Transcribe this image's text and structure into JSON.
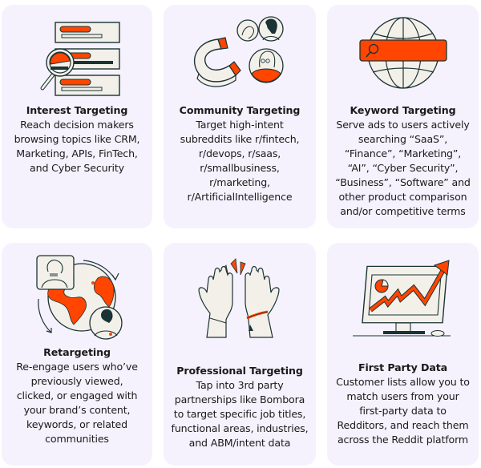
{
  "colors": {
    "card_bg": "#f6f2fd",
    "accent": "#ff4500",
    "ink": "#1a3334",
    "paper": "#f3f0ea",
    "text": "#1a1a1b"
  },
  "cards": [
    {
      "icon": "magnifier-list-icon",
      "title": "Interest Targeting",
      "description": "Reach decision makers\nbrowsing topics like CRM,\nMarketing, APIs, FinTech,\nand Cyber Security"
    },
    {
      "icon": "magnet-people-icon",
      "title": "Community Targeting",
      "description": "Target high-intent\nsubreddits like r/fintech,\nr/devops, r/saas,\nr/smallbusiness,\nr/marketing,\nr/ArtificialIntelligence"
    },
    {
      "icon": "globe-search-bar-icon",
      "title": "Keyword Targeting",
      "description": "Serve ads to users actively\nsearching “SaaS”,\n“Finance”, “Marketing”,\n“AI”, “Cyber Security”,\n“Business”, “Software”  and\nother product comparison\nand/or competitive terms"
    },
    {
      "icon": "globe-retarget-icon",
      "title": "Retargeting",
      "description": "Re-engage users who’ve\npreviously viewed,\nclicked, or engaged with\nyour brand’s content,\nkeywords, or related\ncommunities"
    },
    {
      "icon": "high-five-icon",
      "title": "Professional Targeting",
      "description": "Tap into 3rd party\npartnerships like Bombora\nto target specific job titles,\nfunctional areas, industries,\nand ABM/intent data"
    },
    {
      "icon": "monitor-growth-chart-icon",
      "title": "First Party Data",
      "description": "Customer lists allow you to\nmatch users from your\nfirst-party data to\nRedditors, and reach them\nacross the Reddit platform"
    }
  ]
}
